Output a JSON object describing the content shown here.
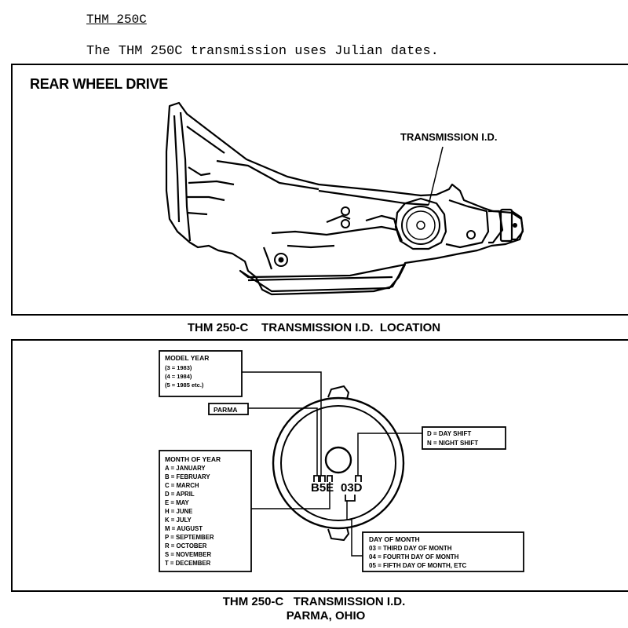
{
  "header": {
    "title": "THM 250C",
    "sentence": "The THM 250C transmission uses Julian dates."
  },
  "top_panel": {
    "heading": "REAR WHEEL DRIVE",
    "callout": "TRANSMISSION I.D.",
    "caption": "THM 250-C    TRANSMISSION I.D.  LOCATION"
  },
  "bottom_panel": {
    "model_year": {
      "title": "MODEL YEAR",
      "lines": [
        "(3  =  1983)",
        "(4  =  1984)",
        "(5  =  1985 etc.)"
      ]
    },
    "plant_label": "PARMA",
    "shift": {
      "lines": [
        "D  =  DAY SHIFT",
        "N  =  NIGHT SHIFT"
      ]
    },
    "month": {
      "title": "MONTH OF YEAR",
      "lines": [
        "A  =  JANUARY",
        "B  =  FEBRUARY",
        "C  =  MARCH",
        "D  =  APRIL",
        "E  =  MAY",
        "H  =  JUNE",
        "K  =  JULY",
        "M  =  AUGUST",
        "P  =  SEPTEMBER",
        "R  =  OCTOBER",
        "S  =  NOVEMBER",
        "T  =  DECEMBER"
      ]
    },
    "day": {
      "title": "DAY OF MONTH",
      "lines": [
        "03  =  THIRD DAY OF MONTH",
        "04  =  FOURTH DAY OF MONTH",
        "05  =  FIFTH DAY OF MONTH, ETC"
      ]
    },
    "code_left": "B5E",
    "code_right": "03D",
    "caption_line1": "THM 250-C   TRANSMISSION I.D.",
    "caption_line2": "PARMA, OHIO"
  }
}
